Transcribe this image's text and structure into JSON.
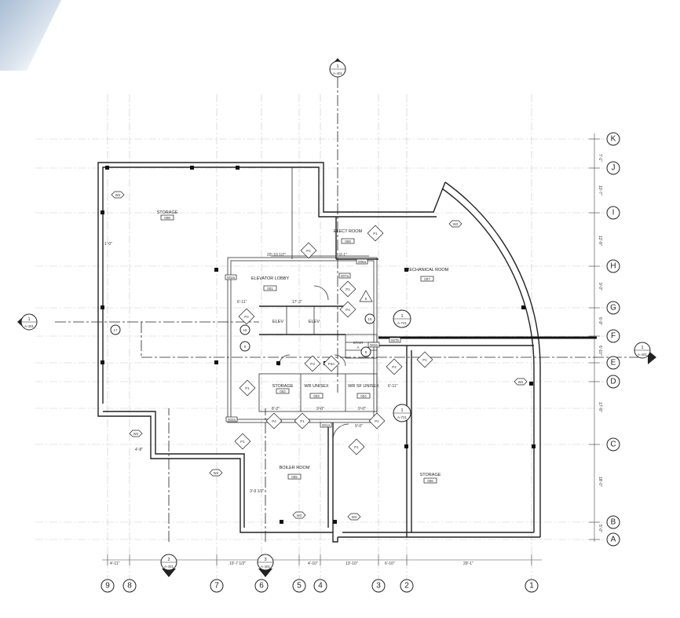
{
  "grid": {
    "columns": [
      "9",
      "8",
      "7",
      "6",
      "5",
      "4",
      "3",
      "2",
      "1"
    ],
    "rows": [
      "K",
      "J",
      "I",
      "H",
      "G",
      "F",
      "E",
      "D",
      "C",
      "B",
      "A"
    ]
  },
  "rooms": [
    {
      "name": "STORAGE",
      "number": "008"
    },
    {
      "name": "ELEVATOR LOBBY",
      "number": "001"
    },
    {
      "name": "ELECT ROOM",
      "number": "009"
    },
    {
      "name": "MECHANICAL ROOM",
      "number": "007"
    },
    {
      "name": "STORAGE",
      "number": "002"
    },
    {
      "name": "WR UNISEX",
      "number": "003"
    },
    {
      "name": "WR SF UNISEX",
      "number": "004"
    },
    {
      "name": "BOILER ROOM",
      "number": "005"
    },
    {
      "name": "STORAGE",
      "number": "006"
    },
    {
      "name": "ELEV",
      "number": ""
    },
    {
      "name": "ELEV",
      "number": ""
    },
    {
      "name": "STAIR",
      "number": "A"
    }
  ],
  "section_marks": [
    {
      "num": "1",
      "sheet": "A-401"
    },
    {
      "num": "1",
      "sheet": "A-401"
    },
    {
      "num": "1",
      "sheet": "A-401"
    },
    {
      "num": "2",
      "sheet": "A-401"
    },
    {
      "num": "3",
      "sheet": "A-401"
    },
    {
      "num": "1",
      "sheet": "A-721"
    },
    {
      "num": "1",
      "sheet": "A-721"
    }
  ],
  "bottom_dims": [
    "4'-11\"",
    "10'-7 1/2\"",
    "4'-10\"",
    "13'-10\"",
    "6'-10\"",
    "29'-1\""
  ],
  "right_dims": [
    "7'-1\"",
    "10'-7\"",
    "12'-8\"",
    "9'-0\"",
    "6'-9\"",
    "6'-10\"",
    "17'-8\"",
    "18'-0\"",
    "5'-0\""
  ],
  "interior_dims": [
    "20'-10 1/2\"",
    "9'-1\"",
    "6'-11\"",
    "17'-3\"",
    "8'-2\"",
    "9'-0\"",
    "9'-0\"",
    "6'-11\"",
    "3'-9 1/2\"",
    "4'-8\"",
    "1'-0\"",
    "9'-0\""
  ],
  "tags": {
    "partition": [
      "P1",
      "P4",
      "P1",
      "P1",
      "P1",
      "P1",
      "P1",
      "P4",
      "P3",
      "P4",
      "P1",
      "P1",
      "P3A",
      "P1",
      "P4"
    ],
    "wall_types": [
      "W2",
      "W2",
      "W2",
      "W2",
      "W2",
      "W2",
      "W2"
    ],
    "misc": [
      "17",
      "15",
      "16",
      "9",
      "8"
    ]
  },
  "door_tags": [
    "002a",
    "007a",
    "007b",
    "001a",
    "002a",
    "003a",
    "006a"
  ],
  "note": "5"
}
